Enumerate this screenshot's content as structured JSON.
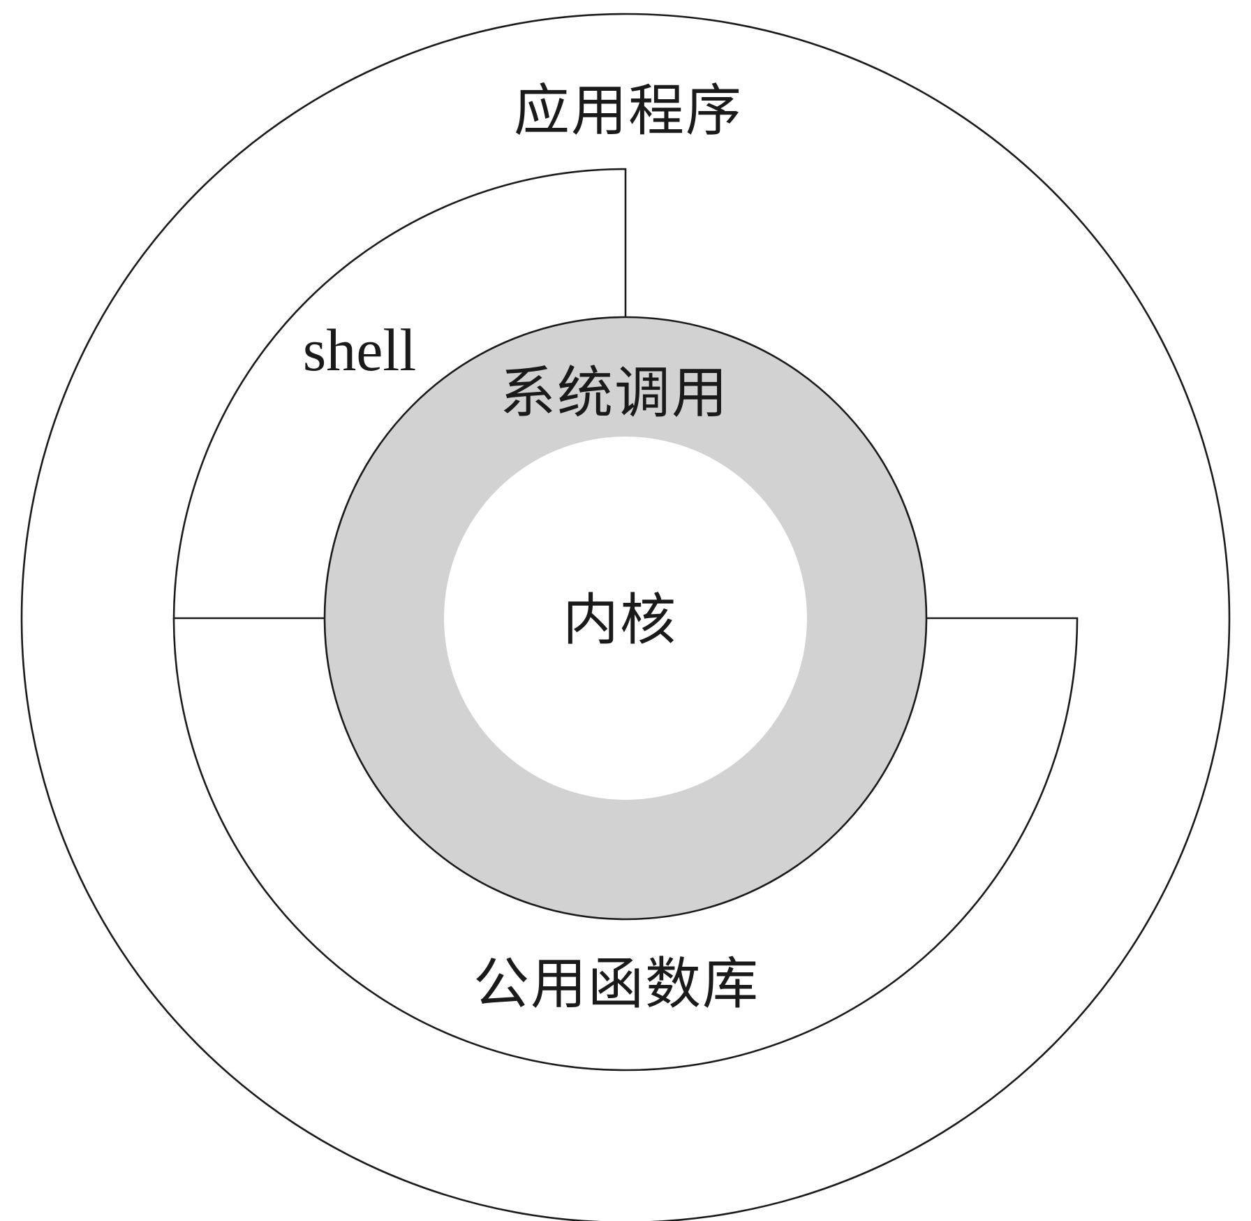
{
  "diagram": {
    "layers": [
      {
        "id": "applications",
        "label": "应用程序"
      },
      {
        "id": "shell",
        "label": "shell"
      },
      {
        "id": "library",
        "label": "公用函数库"
      },
      {
        "id": "system-calls",
        "label": "系统调用"
      },
      {
        "id": "kernel",
        "label": "内核"
      }
    ],
    "colors": {
      "line": "#1a1a1a",
      "system_call_ring": "#d2d2d2",
      "background": "#ffffff"
    }
  }
}
